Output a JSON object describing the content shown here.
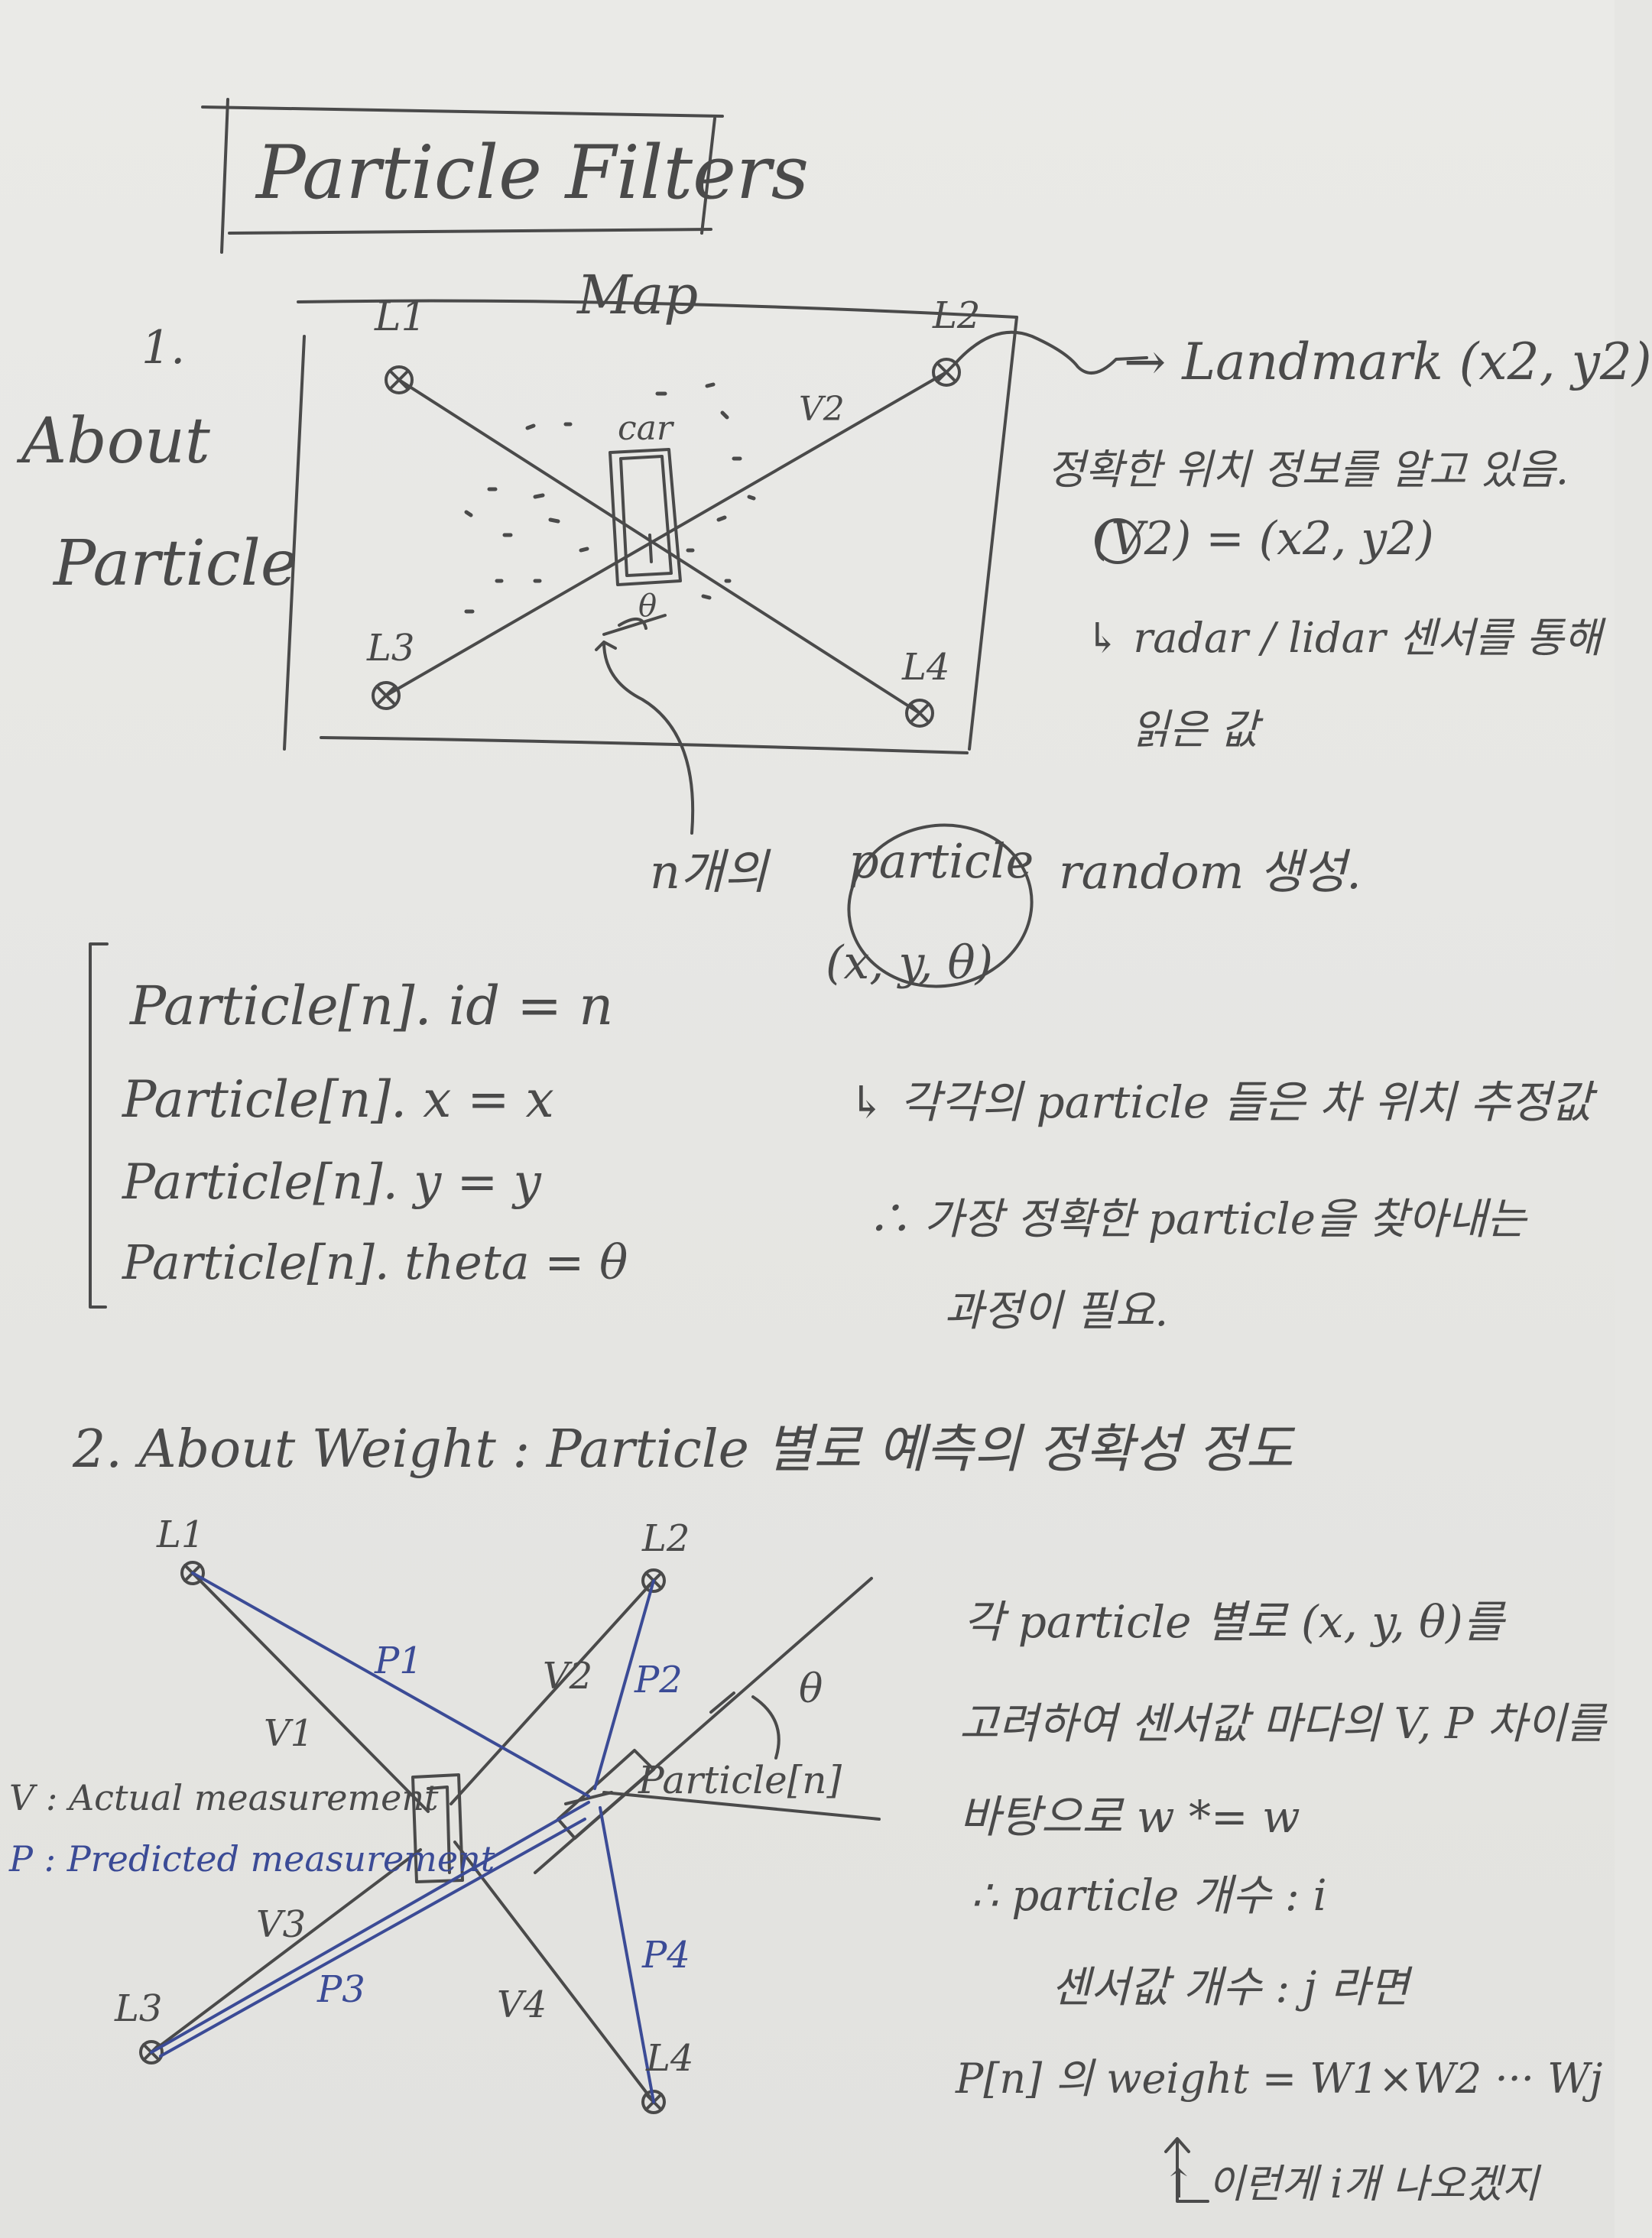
{
  "title": "Particle Filters",
  "section1": {
    "number": "1.",
    "heading_line1": "About",
    "heading_line2": "Particle",
    "map_label": "Map",
    "car_label": "car",
    "theta_label": "θ",
    "landmarks": [
      "L1",
      "L2",
      "L3",
      "L4"
    ],
    "v2_label": "V2",
    "landmark_note": "→ Landmark (x2, y2)",
    "known_position": "정확한 위치 정보를 알고 있음.",
    "v2_eq": "(V2) = (x2, y2)",
    "sensor_note_1": "↳ radar / lidar 센서를 통해",
    "sensor_note_2": "읽은 값",
    "random_prefix": "n개의",
    "random_particle": "particle",
    "random_suffix": "random 생성.",
    "particle_tuple": "(x, y, θ)",
    "code_lines": [
      "Particle[n]. id = n",
      "Particle[n]. x = x",
      "Particle[n]. y = y",
      "Particle[n]. theta = θ"
    ],
    "estimate_note": "↳ 각각의 particle 들은 차 위치 추정값",
    "need_note_1": "∴ 가장 정확한 particle을 찾아내는",
    "need_note_2": "과정이 필요."
  },
  "section2": {
    "heading": "2. About Weight : Particle 별로 예측의 정확성 정도",
    "landmarks": [
      "L1",
      "L2",
      "L3",
      "L4"
    ],
    "v_labels": [
      "V1",
      "V2",
      "V3",
      "V4"
    ],
    "p_labels": [
      "P1",
      "P2",
      "P3",
      "P4"
    ],
    "theta_label": "θ",
    "particle_label": "Particle[n]",
    "legend_v": "V : Actual measurement",
    "legend_p": "P : Predicted measurement",
    "notes": [
      "각 particle 별로 (x, y, θ)를",
      "고려하여 센서값 마다의 V, P 차이를",
      "바탕으로  w *= w",
      "∴ particle 개수 : i",
      "센서값 개수 : j  라면",
      "P[n] 의 weight = W1×W2 ··· Wj",
      "↑ 이런게 i개 나오겠지"
    ]
  },
  "colors": {
    "ink": "#4a4a4a",
    "blue_ink": "#3b4b96",
    "paper": "#e6e6e3"
  }
}
